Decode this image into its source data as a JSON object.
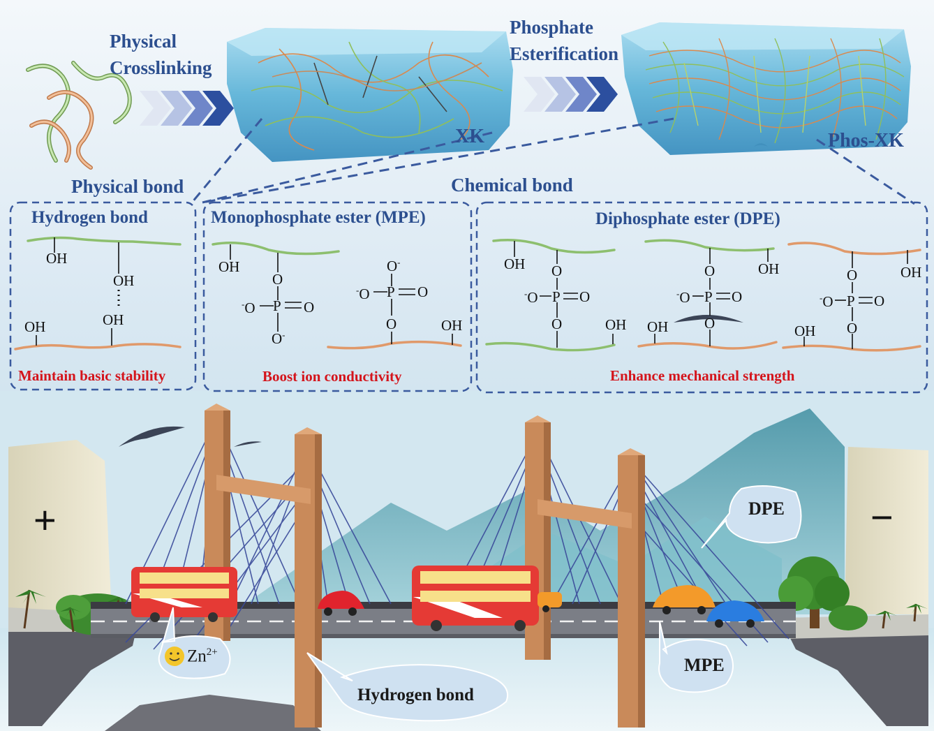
{
  "top": {
    "physical_crosslinking": [
      "Physical",
      "Crosslinking"
    ],
    "phosphate_esterification": [
      "Phosphate",
      "Esterification"
    ],
    "xk": "XK",
    "phos_xk": "Phos-XK"
  },
  "sections": {
    "physical_bond": "Physical bond",
    "chemical_bond": "Chemical bond"
  },
  "panels": {
    "hydrogen": {
      "title": "Hydrogen bond",
      "caption": "Maintain basic stability"
    },
    "mpe": {
      "title": "Monophosphate ester (MPE)",
      "caption": "Boost ion conductivity"
    },
    "dpe": {
      "title": "Diphosphate ester (DPE)",
      "caption": "Enhance mechanical strength"
    }
  },
  "chem": {
    "oh": "OH",
    "o": "O",
    "o_minus": "O",
    "p": "P",
    "minus": "-"
  },
  "bridge": {
    "plus": "+",
    "minus": "−",
    "dpe": "DPE",
    "mpe": "MPE",
    "hydrogen_bond": "Hydrogen bond",
    "zn": "Zn",
    "zn_charge": "2+"
  },
  "colors": {
    "title_blue": "#2c4f8f",
    "caption_red": "#d4141b",
    "green_chain": "#8dbf6e",
    "orange_chain": "#e0996a",
    "gel_blue": "#5fb4d8",
    "dash_blue": "#3a5a9e",
    "tower_brown": "#c98a5a",
    "bus_red": "#e53a35"
  }
}
